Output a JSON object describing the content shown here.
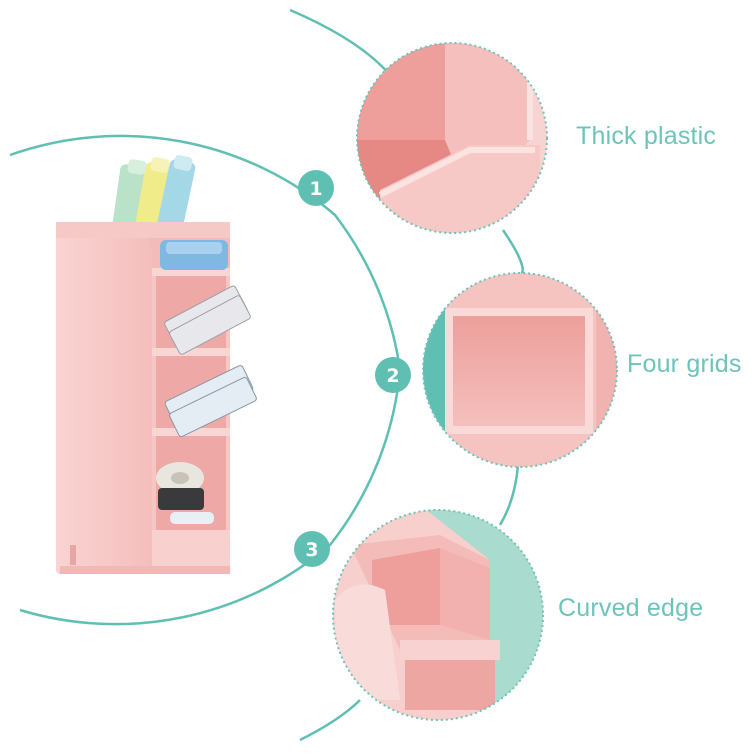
{
  "colors": {
    "accent": "#5fbfb3",
    "accent_text": "#6ec3bb",
    "pink_light": "#f7cfcf",
    "pink_mid": "#f2b3b1",
    "pink_dark": "#e98e8a",
    "mint": "#a9dccf"
  },
  "steps": [
    {
      "number": "1",
      "label": "Thick plastic"
    },
    {
      "number": "2",
      "label": "Four grids"
    },
    {
      "number": "3",
      "label": "Curved edge"
    }
  ],
  "icons": [
    "pink-desk-organizer-photo",
    "thick-plastic-closeup",
    "four-grids-closeup",
    "curved-edge-closeup"
  ]
}
